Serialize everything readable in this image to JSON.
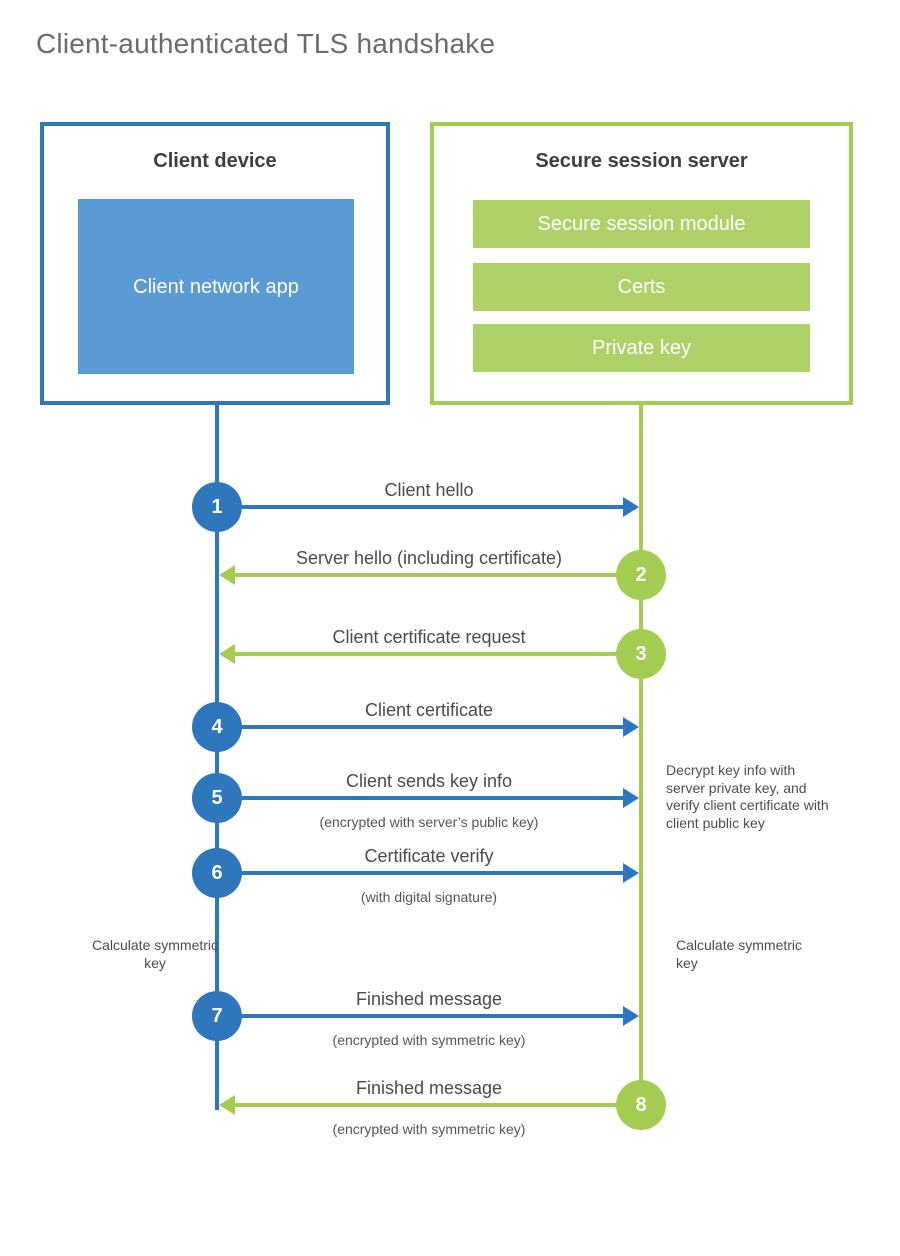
{
  "title": "Client-authenticated TLS handshake",
  "colors": {
    "blue": "#2e77bd",
    "blue_light": "#5b9bd5",
    "green": "#a4cc50",
    "green_bar": "#afd268",
    "label_text": "#4b4b4e",
    "title_text": "#6b6b6e"
  },
  "client": {
    "title": "Client device",
    "app_label": "Client network app"
  },
  "server": {
    "title": "Secure session server",
    "modules": [
      "Secure session module",
      "Certs",
      "Private key"
    ]
  },
  "steps": [
    {
      "num": "1",
      "from": "client",
      "direction": "right",
      "label": "Client hello",
      "sub": ""
    },
    {
      "num": "2",
      "from": "server",
      "direction": "left",
      "label": "Server hello (including certificate)",
      "sub": ""
    },
    {
      "num": "3",
      "from": "server",
      "direction": "left",
      "label": "Client certificate request",
      "sub": ""
    },
    {
      "num": "4",
      "from": "client",
      "direction": "right",
      "label": "Client certificate",
      "sub": ""
    },
    {
      "num": "5",
      "from": "client",
      "direction": "right",
      "label": "Client sends key info",
      "sub": "(encrypted with server’s public key)"
    },
    {
      "num": "6",
      "from": "client",
      "direction": "right",
      "label": "Certificate verify",
      "sub": "(with digital signature)"
    },
    {
      "num": "7",
      "from": "client",
      "direction": "right",
      "label": "Finished message",
      "sub": "(encrypted with symmetric key)"
    },
    {
      "num": "8",
      "from": "server",
      "direction": "left",
      "label": "Finished message",
      "sub": "(encrypted with symmetric key)"
    }
  ],
  "notes": {
    "decrypt": "Decrypt key info with server private key, and verify client certificate with client public key",
    "calc_left": "Calculate symmetric key",
    "calc_right": "Calculate symmetric key"
  }
}
